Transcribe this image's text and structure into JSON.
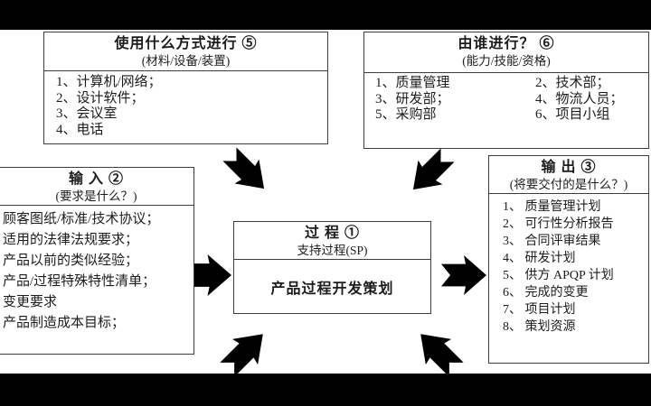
{
  "colors": {
    "letterbox": "#000000",
    "box_border": "#3d3d3d",
    "text": "#1c1c1c",
    "arrow": "#000000",
    "background": "#ffffff"
  },
  "methods": {
    "title": "使用什么方式进行 ⑤",
    "subtitle": "(材料/设备/装置)",
    "items": [
      "1、计算机/网络；",
      "2、设计软件；",
      "3、会议室",
      "4、电话"
    ]
  },
  "who": {
    "title": "由谁进行？ ⑥",
    "subtitle": "(能力/技能/资格)",
    "items": [
      "1、质量管理",
      "2、技术部；",
      "3、研发部；",
      "4、物流人员；",
      "5、采购部",
      "6、项目小组"
    ]
  },
  "inputs": {
    "title": "输  入 ②",
    "subtitle": "(要求是什么？)",
    "items": [
      "顾客图纸/标准/技术协议；",
      "适用的法律法规要求；",
      "产品以前的类似经验；",
      "产品/过程特殊特性清单；",
      "变更要求",
      "产品制造成本目标；"
    ]
  },
  "outputs": {
    "title": "输  出  ③",
    "subtitle": "(将要交付的是什么？)",
    "items": [
      "1、 质量管理计划",
      "2、 可行性分析报告",
      "3、 合同评审结果",
      "4、 研发计划",
      "5、 供方 APQP 计划",
      "6、 完成的变更",
      "7、 项目计划",
      "8、 策划资源"
    ]
  },
  "process": {
    "title": "过  程  ①",
    "subtitle": "支持过程(SP)",
    "name": "产品过程开发策划"
  }
}
